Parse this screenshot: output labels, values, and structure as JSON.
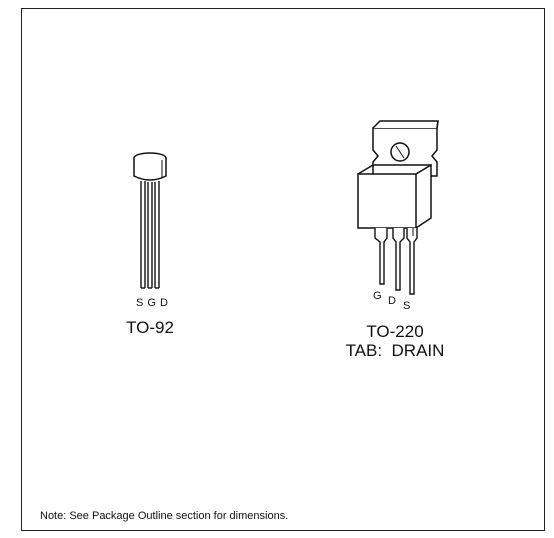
{
  "packages": [
    {
      "name": "TO-92",
      "pins": [
        "S",
        "G",
        "D"
      ],
      "note": ""
    },
    {
      "name": "TO-220",
      "pins": [
        "G",
        "D",
        "S"
      ],
      "note": "TAB:  DRAIN"
    }
  ],
  "footer": {
    "note": "Note:  See Package Outline section for dimensions."
  }
}
